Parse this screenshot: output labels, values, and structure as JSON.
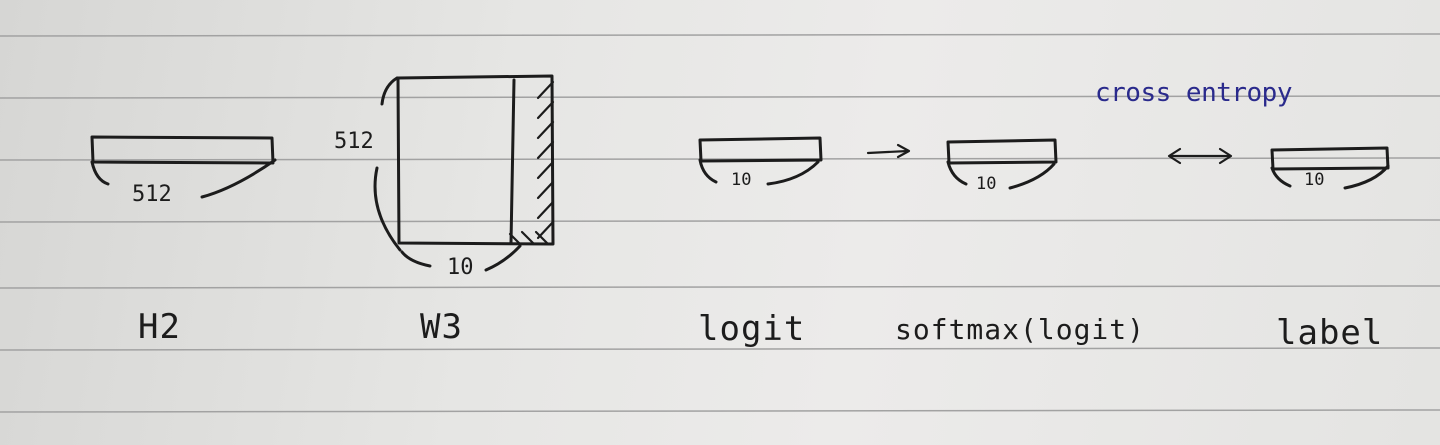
{
  "labels": {
    "h2": "H2",
    "w3": "W3",
    "logit": "logit",
    "softmax": "softmax(logit)",
    "label": "label"
  },
  "dimensions": {
    "h2_width": "512",
    "w3_height": "512",
    "w3_width": "10",
    "logit_width": "10",
    "softmax_width": "10",
    "label_width": "10"
  },
  "annotation": "cross entropy",
  "colors": {
    "paper": "#e6e6e4",
    "rule_line": "#9a9a9a",
    "ink": "#1c1c1c",
    "annotation_ink": "#2a2a8c"
  }
}
